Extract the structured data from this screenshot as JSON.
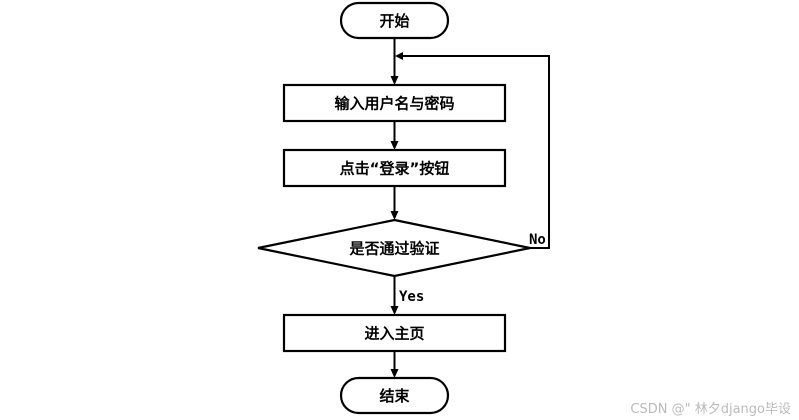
{
  "nodes": {
    "start": "开始",
    "input": "输入用户名与密码",
    "click": "点击“登录”按钮",
    "decision": "是否通过验证",
    "enter": "进入主页",
    "end": "结束"
  },
  "edge_labels": {
    "no": "No",
    "yes": "Yes"
  },
  "watermark": "CSDN @\" 林夕django毕设"
}
